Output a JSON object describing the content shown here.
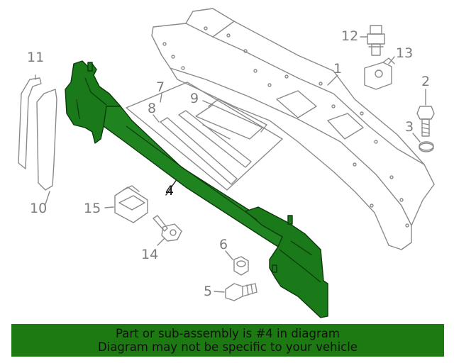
{
  "diagram": {
    "highlighted_part": "4",
    "callouts": [
      "1",
      "2",
      "3",
      "4",
      "5",
      "6",
      "7",
      "8",
      "9",
      "10",
      "11",
      "12",
      "13",
      "14",
      "15"
    ]
  },
  "banner": {
    "line1": "Part or sub-assembly is #4 in diagram",
    "line2": "Diagram may not be specific to your vehicle"
  },
  "colors": {
    "highlight_part": "#1a7a1a",
    "banner_background": "#1d7a12",
    "outline": "#8a8a8a",
    "text": "#111111"
  }
}
